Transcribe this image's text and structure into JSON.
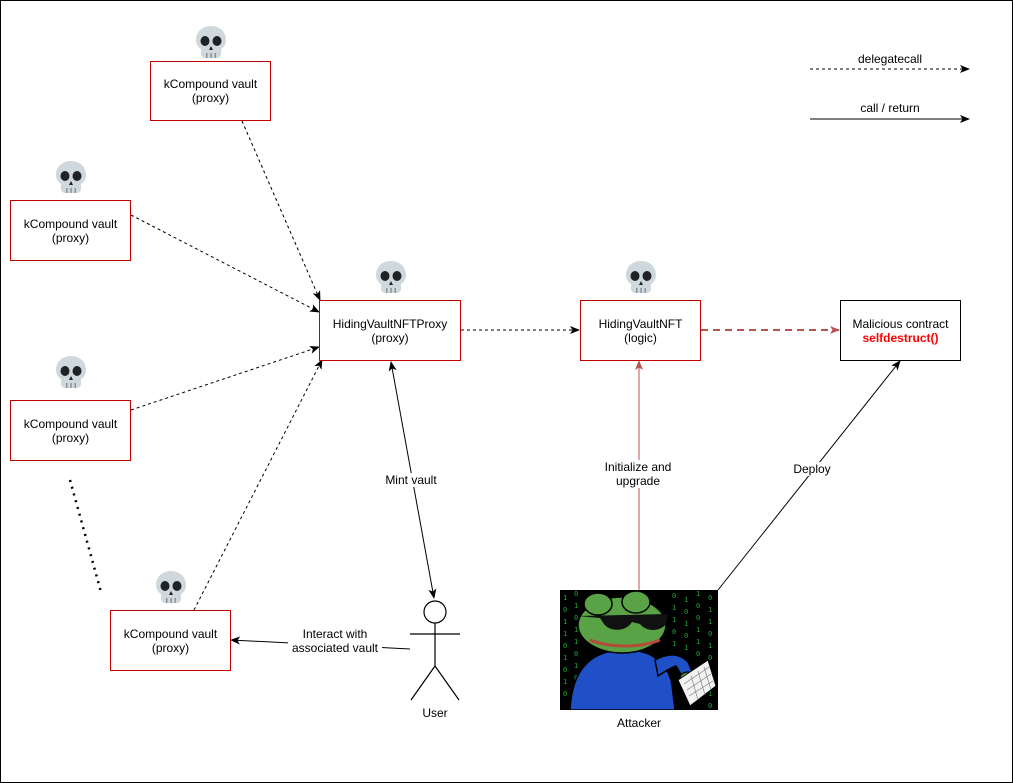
{
  "legend": {
    "delegatecall_label": "delegatecall",
    "call_return_label": "call / return"
  },
  "nodes": {
    "vault_top": {
      "line1": "kCompound vault",
      "line2": "(proxy)"
    },
    "vault_mid1": {
      "line1": "kCompound vault",
      "line2": "(proxy)"
    },
    "vault_mid2": {
      "line1": "kCompound vault",
      "line2": "(proxy)"
    },
    "vault_bottom": {
      "line1": "kCompound vault",
      "line2": "(proxy)"
    },
    "proxy": {
      "line1": "HidingVaultNFTProxy",
      "line2": "(proxy)"
    },
    "logic": {
      "line1": "HidingVaultNFT",
      "line2": "(logic)"
    },
    "malicious": {
      "line1": "Malicious contract",
      "line2": "selfdestruct()"
    }
  },
  "edge_labels": {
    "mint_vault": "Mint vault",
    "initialize_line1": "Initialize and",
    "initialize_line2": "upgrade",
    "deploy": "Deploy",
    "interact_line1": "Interact with",
    "interact_line2": "associated vault"
  },
  "actors": {
    "user": "User",
    "attacker": "Attacker"
  },
  "icons": {
    "compromised": "skull-icon",
    "user": "stick-figure-icon",
    "attacker": "hacker-frog-image"
  },
  "colors": {
    "box_border_red": "#c00000",
    "upgrade_arrow": "#b85450",
    "selfdestruct_text": "#ff0000"
  }
}
